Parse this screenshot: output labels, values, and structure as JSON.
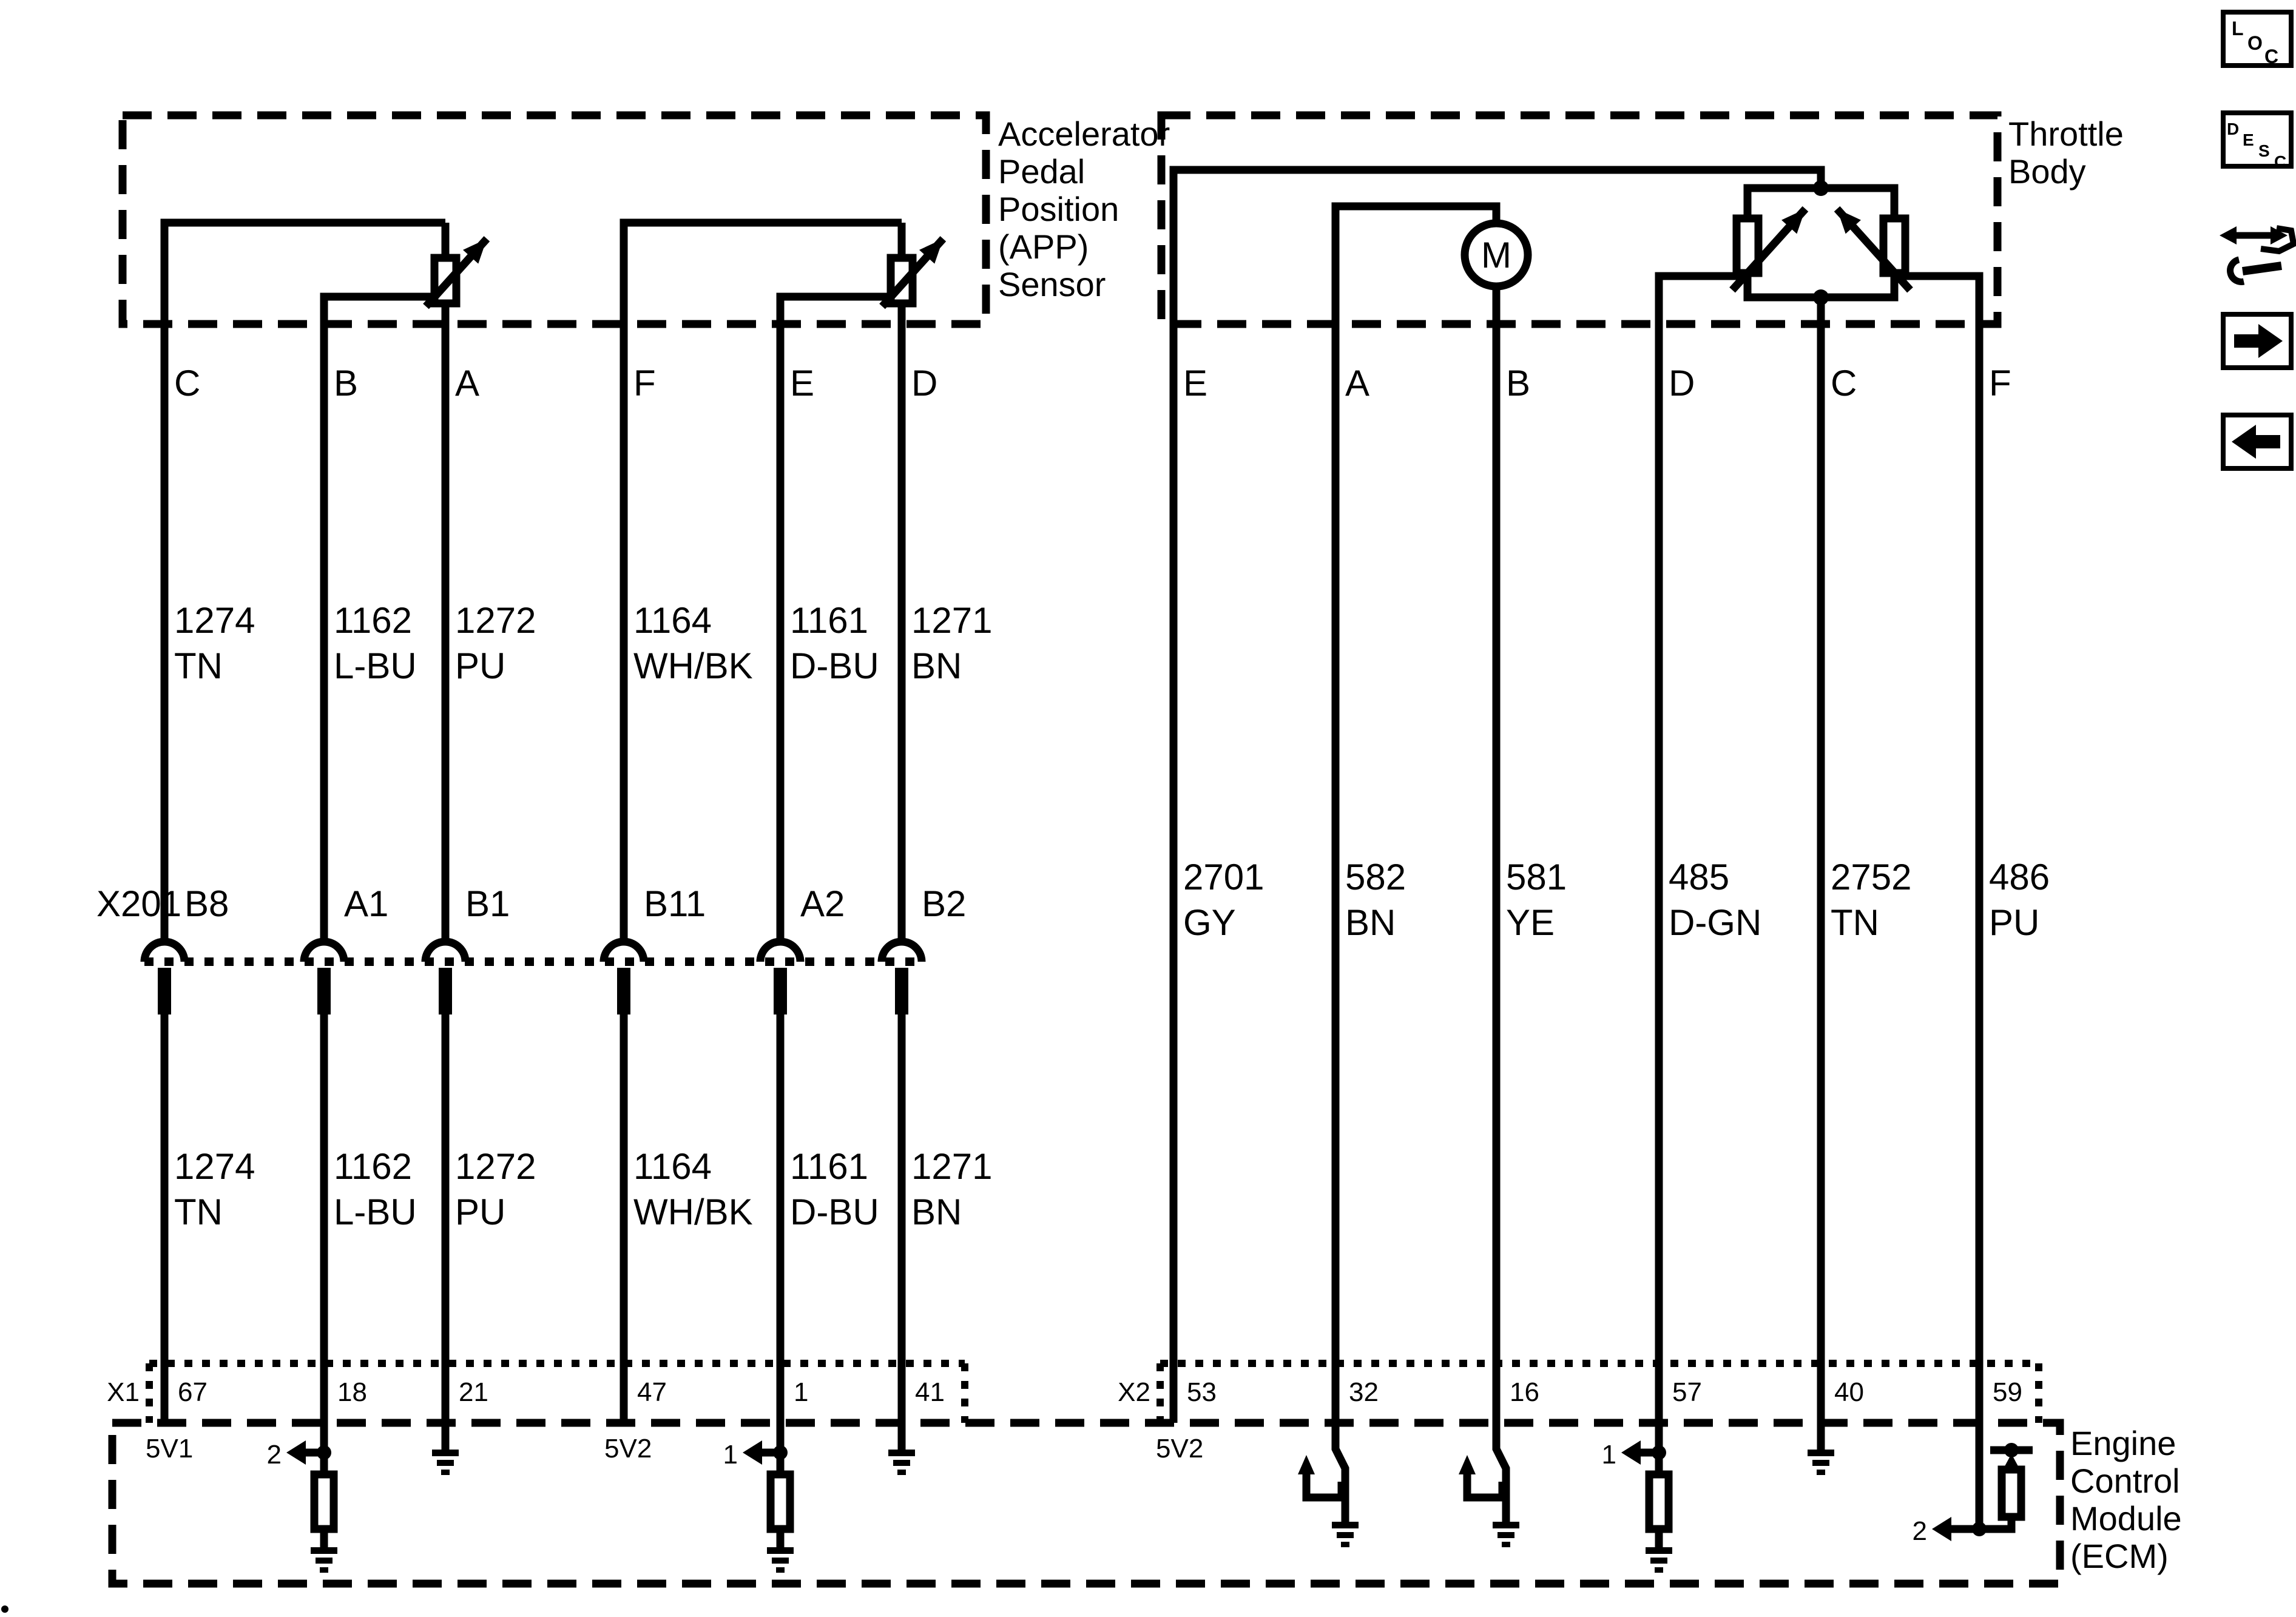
{
  "page": {
    "background": "#ffffff",
    "ink": "#000000"
  },
  "app_sensor": {
    "label_lines": [
      "Accelerator",
      "Pedal",
      "Position",
      "(APP)",
      "Sensor"
    ],
    "terminals": [
      "C",
      "B",
      "A",
      "F",
      "E",
      "D"
    ]
  },
  "throttle_body": {
    "label_lines": [
      "Throttle",
      "Body"
    ],
    "terminals": [
      "E",
      "A",
      "B",
      "D",
      "C",
      "F"
    ],
    "motor_label": "M"
  },
  "inline_connector": {
    "label": "X201",
    "pins": [
      "B8",
      "A1",
      "B1",
      "B11",
      "A2",
      "B2"
    ]
  },
  "left_wires": [
    {
      "code": "1274",
      "color": "TN"
    },
    {
      "code": "1162",
      "color": "L-BU"
    },
    {
      "code": "1272",
      "color": "PU"
    },
    {
      "code": "1164",
      "color": "WH/BK"
    },
    {
      "code": "1161",
      "color": "D-BU"
    },
    {
      "code": "1271",
      "color": "BN"
    }
  ],
  "right_wires": [
    {
      "code": "2701",
      "color": "GY"
    },
    {
      "code": "582",
      "color": "BN"
    },
    {
      "code": "581",
      "color": "YE"
    },
    {
      "code": "485",
      "color": "D-GN"
    },
    {
      "code": "2752",
      "color": "TN"
    },
    {
      "code": "486",
      "color": "PU"
    }
  ],
  "ecm": {
    "label_lines": [
      "Engine",
      "Control",
      "Module",
      "(ECM)"
    ],
    "x1": {
      "label": "X1",
      "pins": [
        "67",
        "18",
        "21",
        "47",
        "1",
        "41"
      ],
      "ref_5v1": "5V1",
      "ref_5v2": "5V2",
      "arrow_pin18": "2",
      "arrow_pin1": "1"
    },
    "x2": {
      "label": "X2",
      "pins": [
        "53",
        "32",
        "16",
        "57",
        "40",
        "59"
      ],
      "ref_5v2": "5V2",
      "arrow_pin57": "1",
      "arrow_pin59": "2"
    }
  },
  "toolbar_icons": {
    "loc_letters": [
      "L",
      "O",
      "C"
    ],
    "desc_letters": [
      "D",
      "E",
      "S",
      "C"
    ]
  }
}
